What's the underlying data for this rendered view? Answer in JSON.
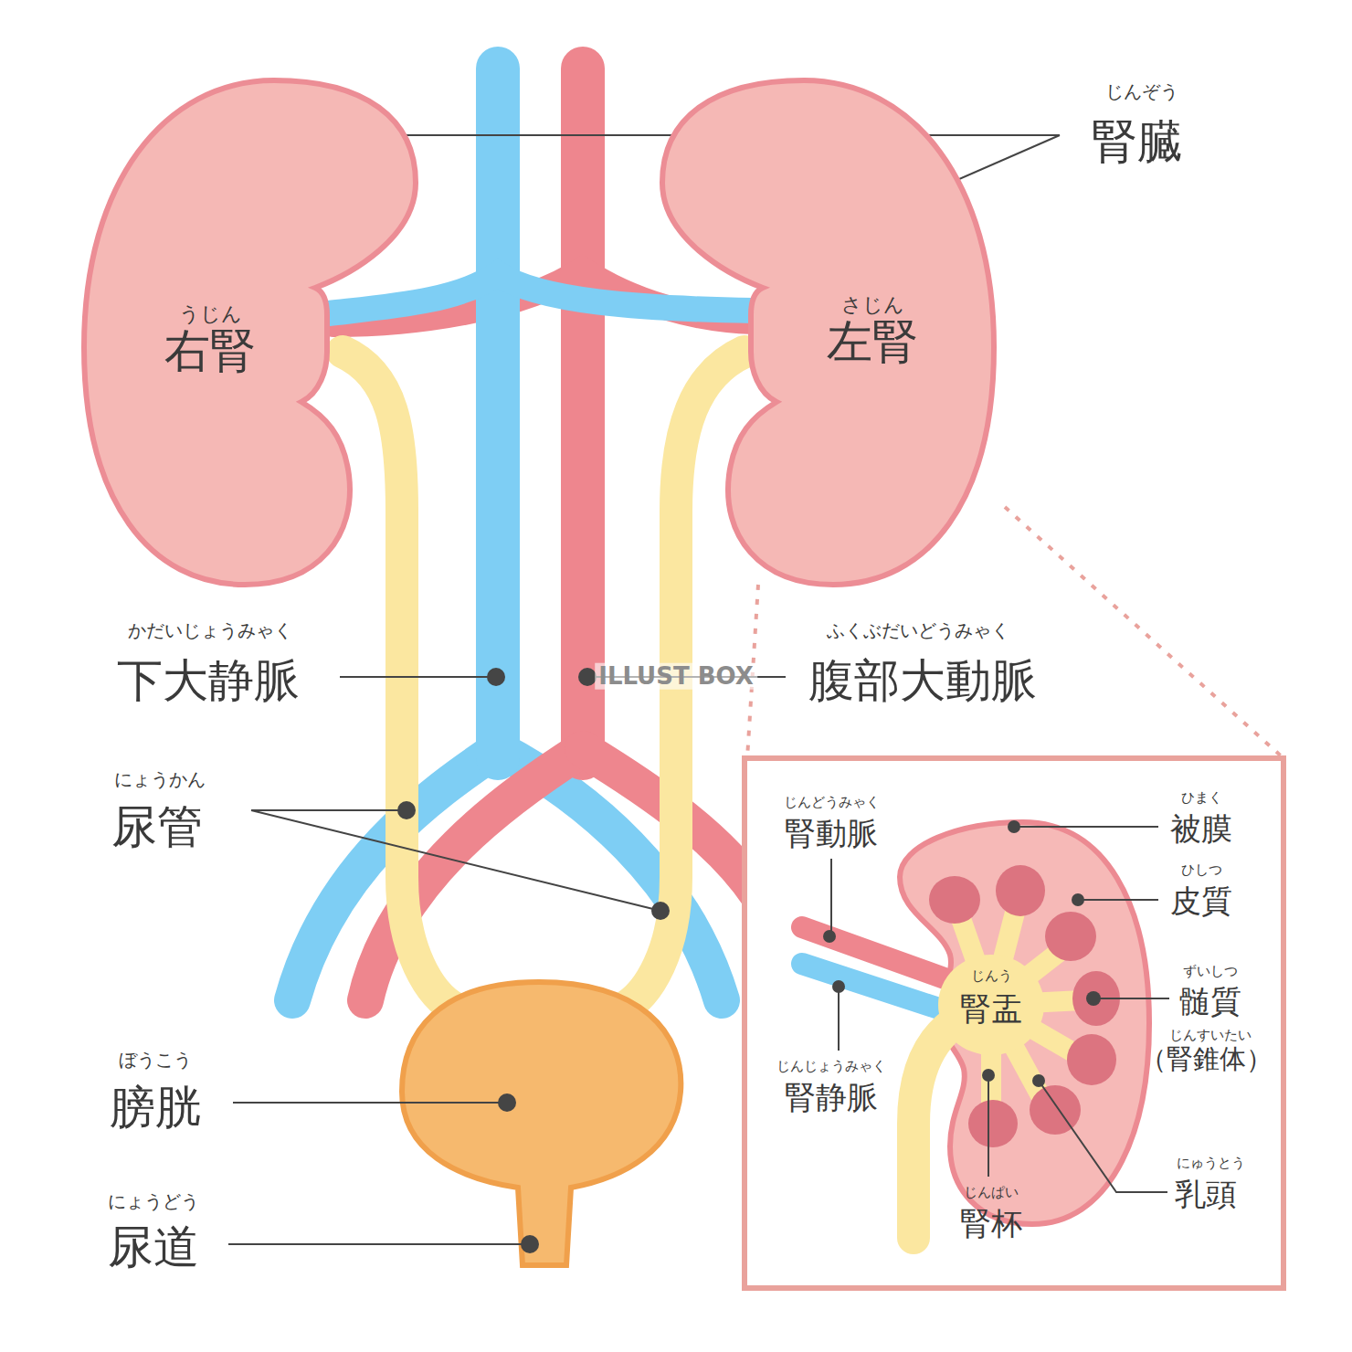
{
  "diagram": {
    "nodes": [
      {
        "text": [
          "うじん",
          "右腎"
        ]
      },
      {
        "text": [
          "さじん",
          "左腎"
        ]
      }
    ],
    "labels": [
      "じんぞう",
      "腎臓",
      "かだいじょうみゃく",
      "下大静脈",
      "ILLUST BOX",
      "ふくぶだいどうみゃく",
      "腹部大動脈",
      "にょうかん",
      "尿管",
      "ぼうこう",
      "膀胱",
      "にょうどう",
      "尿道",
      "じんどうみゃく",
      "腎動脈",
      "ひまく",
      "被膜",
      "ひしつ",
      "皮質",
      "じんう",
      "腎盂",
      "ずいしつ",
      "髄質",
      "じんすいたい",
      "（腎錐体）",
      "じんじょうみゃく",
      "腎静脈",
      "にゅうとう",
      "乳頭",
      "じんぱい",
      "腎杯"
    ]
  }
}
